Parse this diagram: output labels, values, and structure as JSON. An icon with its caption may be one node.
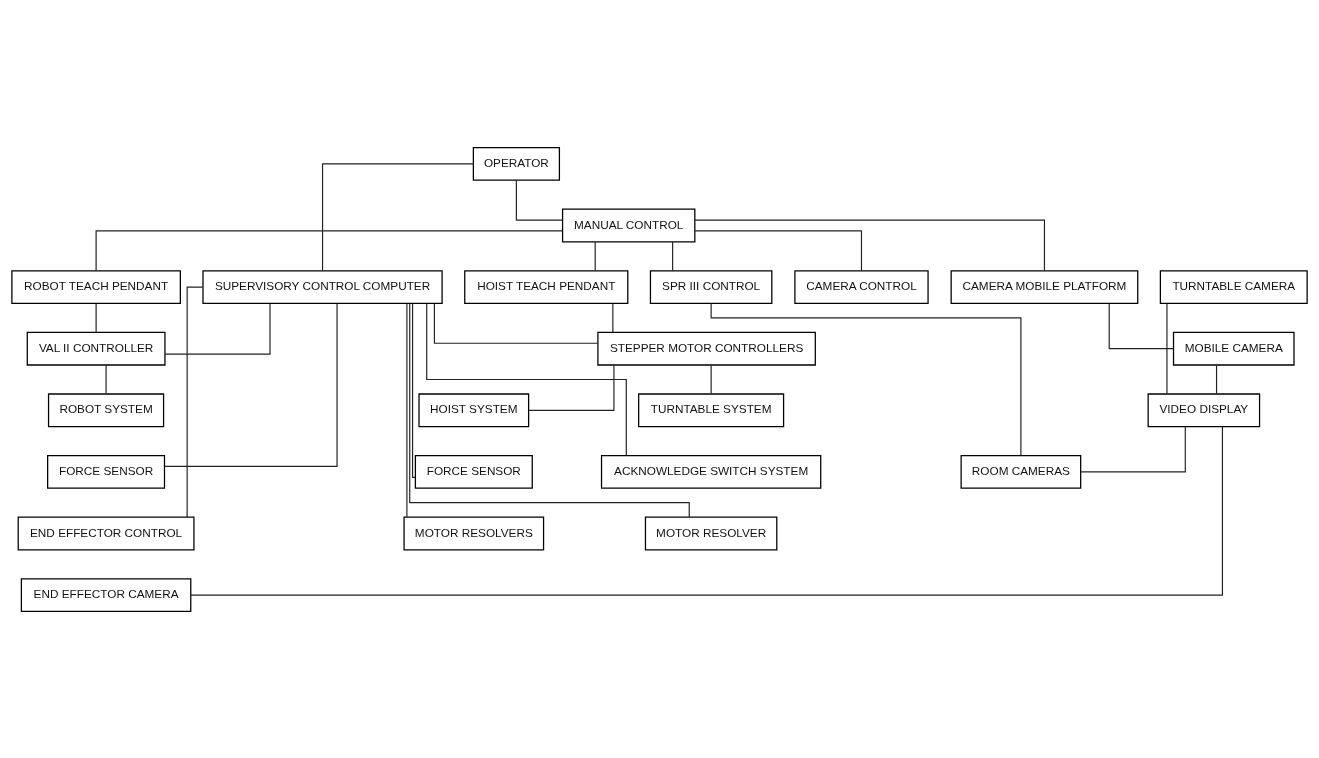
{
  "diagram": {
    "nodes": [
      {
        "text": [
          "OPERATOR"
        ]
      },
      {
        "text": [
          "MANUAL CONTROL"
        ]
      },
      {
        "text": [
          "SUPERVISORY CONTROL COMPUTER"
        ]
      },
      {
        "text": [
          "SPR III CONTROL"
        ]
      },
      {
        "text": [
          "CAMERA CONTROL"
        ]
      },
      {
        "text": [
          "ROBOT TEACH PENDANT"
        ]
      },
      {
        "text": [
          "HOIST TEACH PENDANT"
        ]
      },
      {
        "text": [
          "VAL II CONTROLLER"
        ]
      },
      {
        "text": [
          "STEPPER MOTOR CONTROLLERS"
        ]
      },
      {
        "text": [
          "TURNTABLE CAMERA"
        ]
      },
      {
        "text": [
          "CAMERA MOBILE PLATFORM"
        ]
      },
      {
        "text": [
          "MOBILE CAMERA"
        ]
      },
      {
        "text": [
          "VIDEO DISPLAY"
        ]
      },
      {
        "text": [
          "ROBOT SYSTEM"
        ]
      },
      {
        "text": [
          "FORCE SENSOR"
        ]
      },
      {
        "text": [
          "END EFFECTOR CONTROL"
        ]
      },
      {
        "text": [
          "END EFFECTOR CAMERA"
        ]
      },
      {
        "text": [
          "TURNTABLE SYSTEM"
        ]
      },
      {
        "text": [
          "ACKNOWLEDGE SWITCH SYSTEM"
        ]
      },
      {
        "text": [
          "MOTOR RESOLVER"
        ]
      },
      {
        "text": [
          "HOIST SYSTEM"
        ]
      },
      {
        "text": [
          "FORCE SENSOR"
        ]
      },
      {
        "text": [
          "MOTOR RESOLVERS"
        ]
      },
      {
        "text": [
          "ROOM CAMERAS"
        ]
      }
    ],
    "edges": [
      {
        "from": 0,
        "to": 1,
        "arrow": "none"
      },
      {
        "from": 0,
        "to": 2,
        "arrow": "none"
      },
      {
        "from": 1,
        "to": 3,
        "arrow": "none"
      },
      {
        "from": 1,
        "to": 10,
        "arrow": "none"
      },
      {
        "from": 1,
        "to": 4,
        "arrow": "none"
      },
      {
        "from": 1,
        "to": 5,
        "arrow": "none"
      },
      {
        "from": 1,
        "to": 6,
        "arrow": "none"
      },
      {
        "from": 2,
        "to": 7,
        "arrow": "none"
      },
      {
        "from": 2,
        "to": 14,
        "arrow": "none"
      },
      {
        "from": 2,
        "to": 15,
        "arrow": "none"
      },
      {
        "from": 2,
        "to": 18,
        "arrow": "none"
      },
      {
        "from": 2,
        "to": 19,
        "arrow": "none"
      },
      {
        "from": 2,
        "to": 8,
        "arrow": "none"
      },
      {
        "from": 2,
        "to": 21,
        "arrow": "none"
      },
      {
        "from": 2,
        "to": 22,
        "arrow": "none"
      },
      {
        "from": 6,
        "to": 8,
        "arrow": "none"
      },
      {
        "from": 5,
        "to": 7,
        "arrow": "none"
      },
      {
        "from": 7,
        "to": 13,
        "arrow": "none"
      },
      {
        "from": 8,
        "to": 17,
        "arrow": "none"
      },
      {
        "from": 8,
        "to": 20,
        "arrow": "none"
      },
      {
        "from": 3,
        "to": 23,
        "arrow": "none"
      },
      {
        "from": 10,
        "to": 11,
        "arrow": "none"
      },
      {
        "from": 9,
        "to": 12,
        "arrow": "none"
      },
      {
        "from": 11,
        "to": 12,
        "arrow": "none"
      },
      {
        "from": 12,
        "to": 23,
        "arrow": "none"
      },
      {
        "from": 12,
        "to": 16,
        "arrow": "none"
      }
    ]
  }
}
